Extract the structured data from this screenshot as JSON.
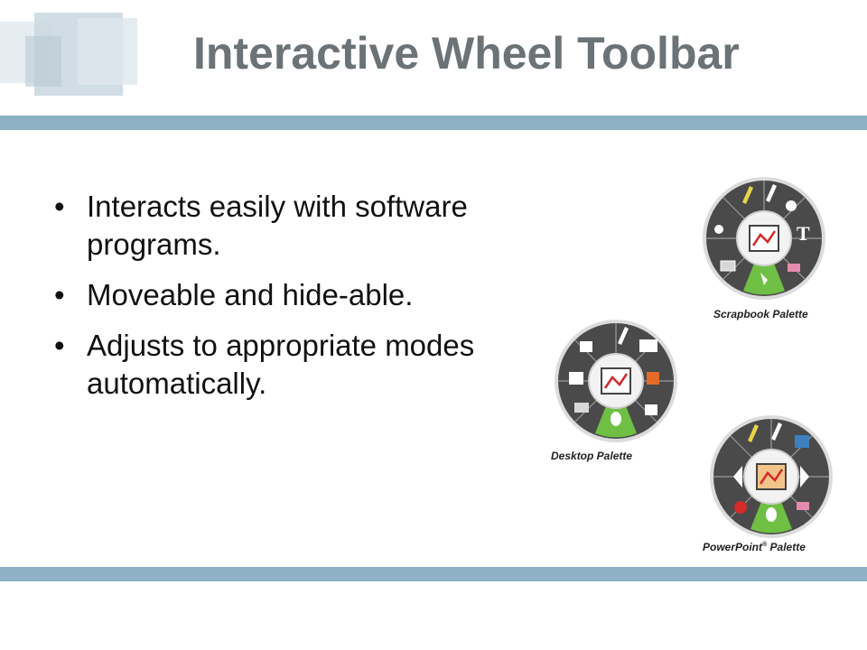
{
  "slide": {
    "title": "Interactive Wheel Toolbar",
    "bullets": [
      "Interacts easily with software programs.",
      "Moveable and hide-able.",
      "Adjusts to appropriate modes automatically."
    ]
  },
  "palettes": {
    "scrapbook": {
      "label": "Scrapbook Palette"
    },
    "desktop": {
      "label": "Desktop Palette"
    },
    "powerpoint": {
      "label_main": "PowerPoint",
      "label_reg": "®",
      "label_tail": " Palette"
    }
  },
  "colors": {
    "title": "#6b7376",
    "band": "#8eb1c5",
    "wheel_dark": "#4a4a4a",
    "wheel_active": "#6fbf44"
  }
}
